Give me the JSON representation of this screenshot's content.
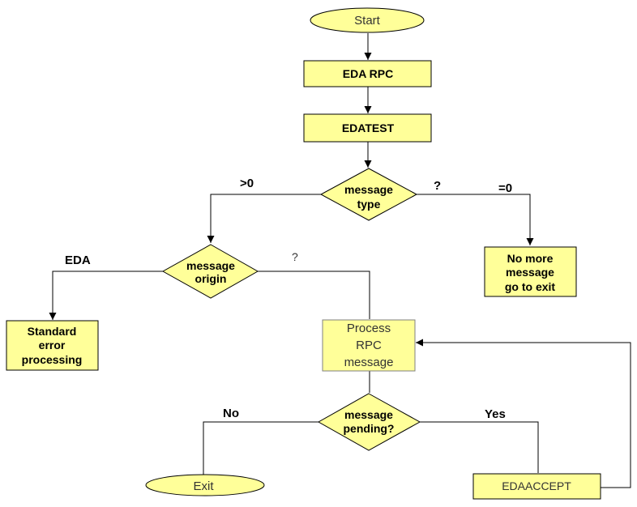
{
  "nodes": {
    "start": "Start",
    "eda_rpc": "EDA RPC",
    "edatest": "EDATEST",
    "message_type": [
      "message",
      "type"
    ],
    "message_origin": [
      "message",
      "origin"
    ],
    "no_more_message": [
      "No more",
      "message",
      "go to exit"
    ],
    "standard_error": [
      "Standard",
      "error",
      "processing"
    ],
    "process_rpc": [
      "Process",
      "RPC",
      "message"
    ],
    "message_pending": [
      "message",
      "pending?"
    ],
    "exit": "Exit",
    "edaaccept": "EDAACCEPT"
  },
  "edges": {
    "gt0": ">0",
    "q_type": "?",
    "eq0": "=0",
    "eda": "EDA",
    "q_origin": "?",
    "no": "No",
    "yes": "Yes"
  }
}
